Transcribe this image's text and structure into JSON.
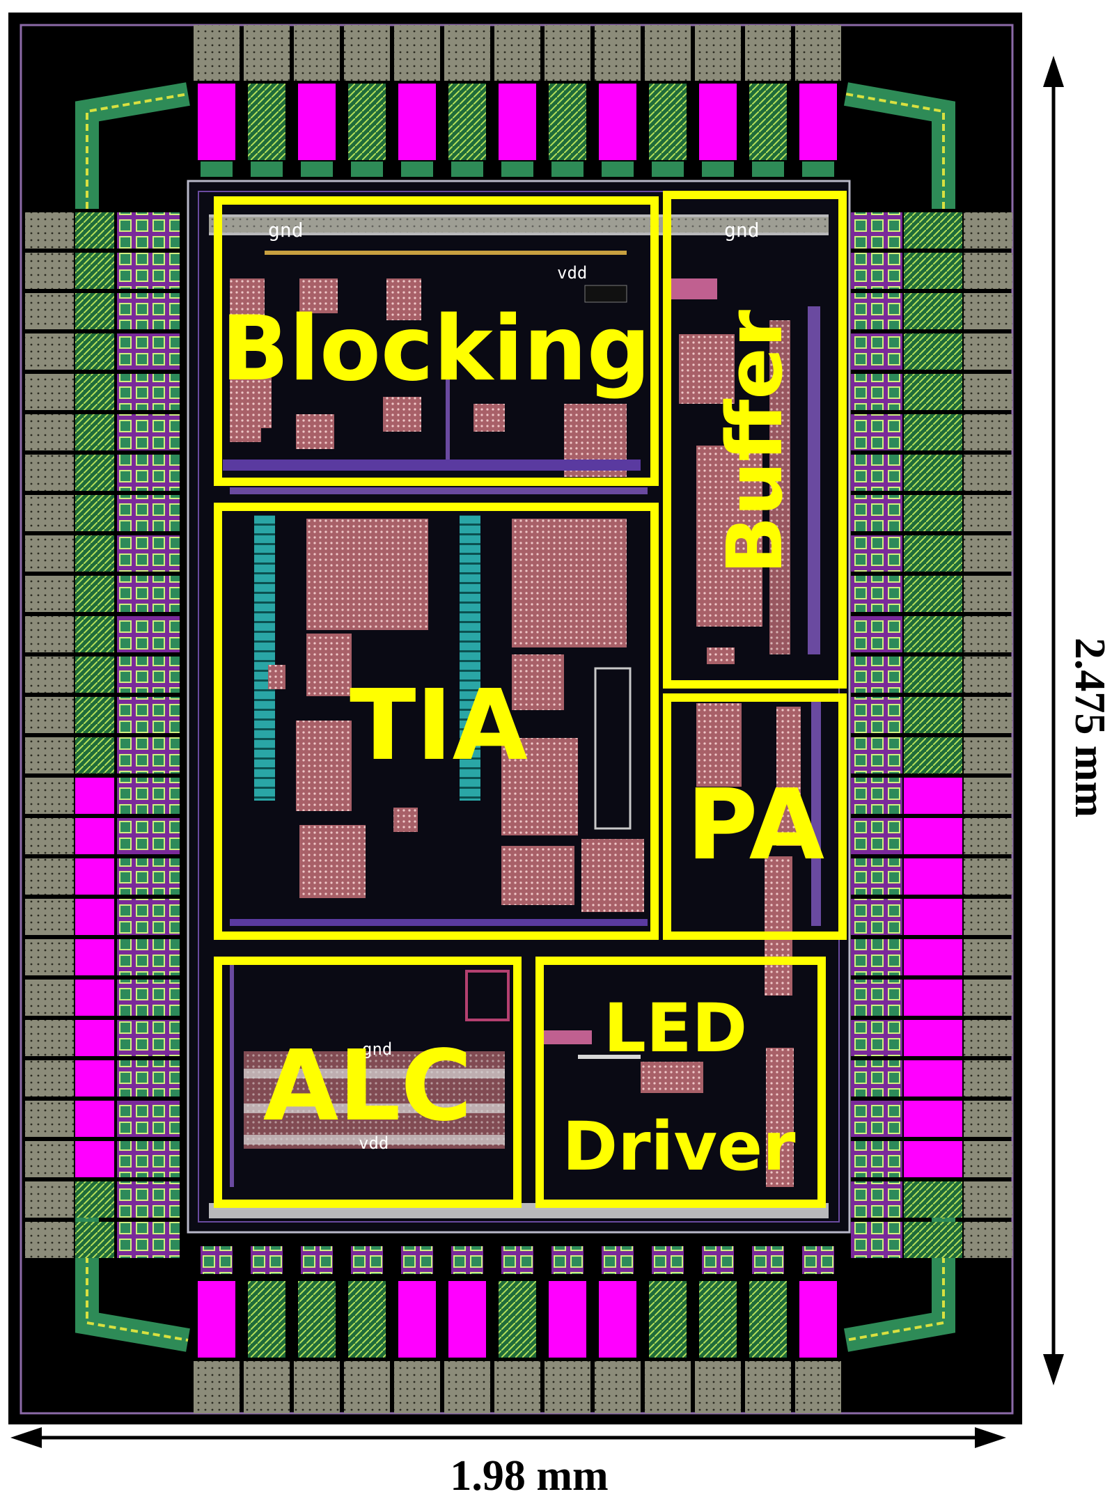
{
  "chip": {
    "blocks": {
      "blocking": "Blocking",
      "buffer": "Buffer",
      "tia": "TIA",
      "pa": "PA",
      "alc": "ALC",
      "led_driver_line1": "LED",
      "led_driver_line2": "Driver"
    },
    "nets": {
      "gnd_a": "gnd",
      "gnd_b": "gnd",
      "vdd_a": "vdd",
      "gnd_c": "gnd",
      "vdd_b": "vdd"
    }
  },
  "dimensions": {
    "height": "2.475 mm",
    "width": "1.98 mm"
  },
  "colors": {
    "outline": "#ffff00",
    "pad_magenta": "#ff00ff",
    "substrate": "#000000",
    "metal_green": "#2e8b57",
    "metal_gray": "#8c8c7a",
    "cap_pink": "#b8707a",
    "cyan": "#33cccc"
  }
}
